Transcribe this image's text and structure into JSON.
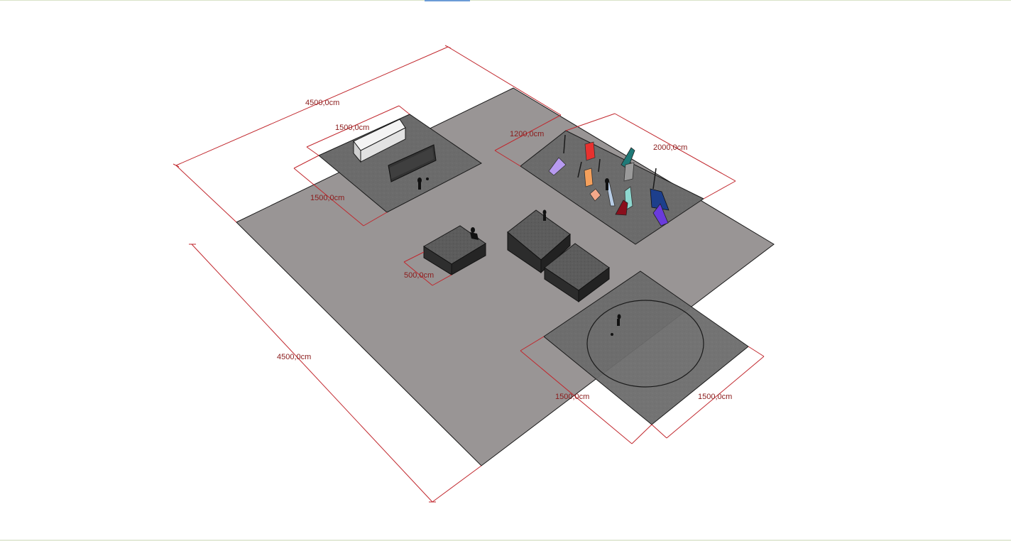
{
  "colors": {
    "ground": "#999595",
    "zone": "#6b6b6b",
    "zone_speckle": "#727272",
    "edge": "#1a1a1a",
    "dimension": "#c1272d",
    "dimension_text": "#8a1a1a",
    "block_top": "#5e5e5e",
    "block_side": "#2a2a2a",
    "wall_white": "#e8e8e8",
    "panel_dark": "#3a3a3a"
  },
  "dimensions": {
    "site_width": "4500,0cm",
    "site_depth": "4500,0cm",
    "zone_a_width": "1500,0cm",
    "zone_a_depth": "1500,0cm",
    "zone_b_width": "1200,0cm",
    "zone_b_depth": "2000,0cm",
    "block_width": "500,0cm",
    "zone_c_width": "1500,0cm",
    "zone_c_depth": "1500,0cm"
  },
  "panels": [
    {
      "name": "panel-lavender",
      "color": "#b79af0"
    },
    {
      "name": "panel-red",
      "color": "#e8312f"
    },
    {
      "name": "panel-orange",
      "color": "#f5a05c"
    },
    {
      "name": "panel-salmon",
      "color": "#f5a88a"
    },
    {
      "name": "panel-lightblue",
      "color": "#b8cde6"
    },
    {
      "name": "panel-teal",
      "color": "#1f7a78"
    },
    {
      "name": "panel-gray",
      "color": "#9a9a9a"
    },
    {
      "name": "panel-mint",
      "color": "#8ed8d0"
    },
    {
      "name": "panel-maroon",
      "color": "#8a0f1c"
    },
    {
      "name": "panel-navy",
      "color": "#1d3f8c"
    },
    {
      "name": "panel-violet",
      "color": "#6a3bdc"
    }
  ]
}
